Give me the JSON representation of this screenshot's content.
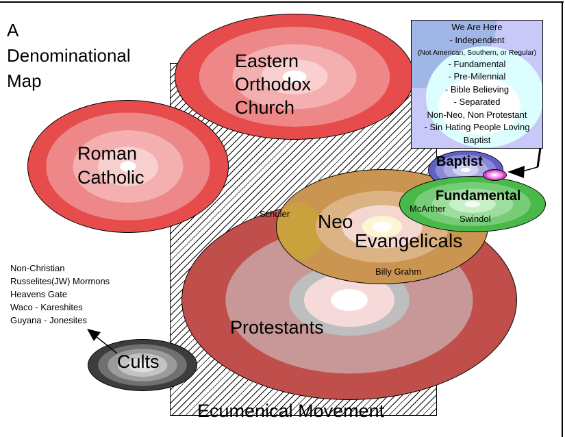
{
  "title": "A\nDenominational\nMap",
  "regions": {
    "eastern_orthodox": {
      "label": "Eastern\nOrthodox\nChurch"
    },
    "roman_catholic": {
      "label": "Roman\nCatholic"
    },
    "protestants": {
      "label": "Protestants"
    },
    "neo_evangelicals": {
      "label_line1": "Neo",
      "label_line2": "Evangelicals"
    },
    "fundamental": {
      "label": "Fundamental"
    },
    "baptist": {
      "label": "Baptist"
    },
    "cults": {
      "label": "Cults"
    },
    "ecumenical_movement": {
      "label": "Ecumenical Movement"
    }
  },
  "people": {
    "schuler": "Schuler",
    "mcarther": "McArther",
    "swindol": "Swindol",
    "billy_grahm": "Billy Grahm"
  },
  "cult_list": "Non-Christian\nRusselites(JW) Mormons\nHeavens Gate\nWaco - Kareshites\nGuyana - Jonesites",
  "we_are_here_box": {
    "lines": [
      "We Are Here",
      "- Independent",
      "(Not American, Southern, or Regular)",
      "- Fundamental",
      "- Pre-Milennial",
      "- Bible Believing",
      "- Separated",
      "Non-Neo, Non Protestant",
      "- Sin Hating People Loving Baptist"
    ]
  },
  "colors": {
    "page_bg": "#ffffff",
    "border_line": "#000000",
    "white": "#ffffff",
    "red_outer": "#e64c4c",
    "red_band2": "#ee8888",
    "red_band3": "#f4b0b0",
    "red_band4": "#f9d0d0",
    "prot_outer": "#c04f4c",
    "prot_band2": "#c89797",
    "prot_gray": "#bebebe",
    "prot_pink": "#f6dada",
    "neo_outer": "#ca9551",
    "neo_band2": "#dcb385",
    "neo_gold": "#c9a23e",
    "neo_pink": "#f4d7d1",
    "neo_cream": "#fdf6d5",
    "fund_outer": "#49ba49",
    "fund_band2": "#77cd77",
    "fund_band3": "#9edd9e",
    "fund_band4": "#c7f0c7",
    "fund_center": "#f0fdf0",
    "bapt_outer": "#6161c5",
    "bapt_band2": "#8a8ad9",
    "bapt_band3": "#ababe7",
    "bapt_band4": "#d2d2f5",
    "here_outer": "#dd3fcc",
    "here_band2": "#f08ae2",
    "here_band3": "#f9c0f2",
    "cults_outer": "#3d3d3d",
    "cults_band2": "#707070",
    "cults_band3": "#9b9b9b",
    "cults_band4": "#c3c3c3",
    "cults_band5": "#dfdfdf",
    "cults_center": "#eaf8f8",
    "box_bg": "#c9c9f9",
    "box_blue": "#9fb6e6",
    "box_cyan": "#dcfeff"
  }
}
